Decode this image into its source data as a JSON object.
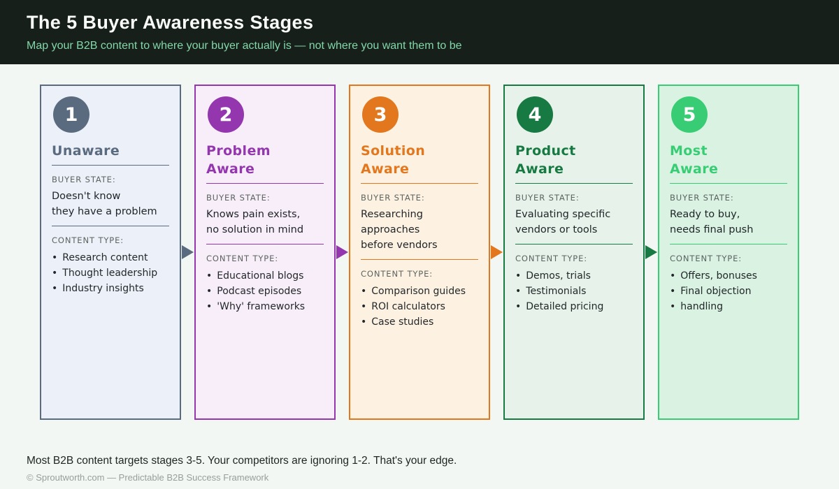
{
  "header": {
    "title": "The 5 Buyer Awareness Stages",
    "subtitle": "Map your B2B content to where your buyer actually is — not where you want them to be",
    "background_color": "#161f1a",
    "title_color": "#fafcfa",
    "subtitle_color": "#84d7a9"
  },
  "stages": [
    {
      "number": "1",
      "title": "Unaware",
      "buyer_state_label": "BUYER STATE:",
      "buyer_state": "Doesn't know\nthey have a problem",
      "content_type_label": "CONTENT TYPE:",
      "content_types": [
        "Research content",
        "Thought leadership",
        "Industry insights"
      ],
      "colors": {
        "accent": "#5a6b7f",
        "background": "#ecf0f8"
      }
    },
    {
      "number": "2",
      "title": "Problem\nAware",
      "buyer_state_label": "BUYER STATE:",
      "buyer_state": "Knows pain exists,\nno solution in mind",
      "content_type_label": "CONTENT TYPE:",
      "content_types": [
        "Educational blogs",
        "Podcast episodes",
        "'Why' frameworks"
      ],
      "colors": {
        "accent": "#9437ae",
        "background": "#f7eef9"
      }
    },
    {
      "number": "3",
      "title": "Solution\nAware",
      "buyer_state_label": "BUYER STATE:",
      "buyer_state": "Researching approaches\nbefore vendors",
      "content_type_label": "CONTENT TYPE:",
      "content_types": [
        "Comparison guides",
        "ROI calculators",
        "Case studies"
      ],
      "colors": {
        "accent": "#e2771d",
        "background": "#fdf2e2"
      }
    },
    {
      "number": "4",
      "title": "Product\nAware",
      "buyer_state_label": "BUYER STATE:",
      "buyer_state": "Evaluating specific\nvendors or tools",
      "content_type_label": "CONTENT TYPE:",
      "content_types": [
        "Demos, trials",
        "Testimonials",
        "Detailed pricing"
      ],
      "colors": {
        "accent": "#177a42",
        "background": "#e7f3ea"
      }
    },
    {
      "number": "5",
      "title": "Most\nAware",
      "buyer_state_label": "BUYER STATE:",
      "buyer_state": "Ready to buy,\nneeds final push",
      "content_type_label": "CONTENT TYPE:",
      "content_types": [
        "Offers, bonuses",
        "Final objection",
        "handling"
      ],
      "colors": {
        "accent": "#38cd74",
        "background": "#d9f2e2"
      }
    }
  ],
  "arrows": [
    {
      "color": "#5a6b7f"
    },
    {
      "color": "#9437ae"
    },
    {
      "color": "#e2771d"
    },
    {
      "color": "#177a42"
    }
  ],
  "footer": {
    "highlight": "Most B2B content targets stages 3-5. Your competitors are ignoring 1-2. That's your edge.",
    "copyright": "© Sproutworth.com — Predictable B2B Success Framework"
  }
}
